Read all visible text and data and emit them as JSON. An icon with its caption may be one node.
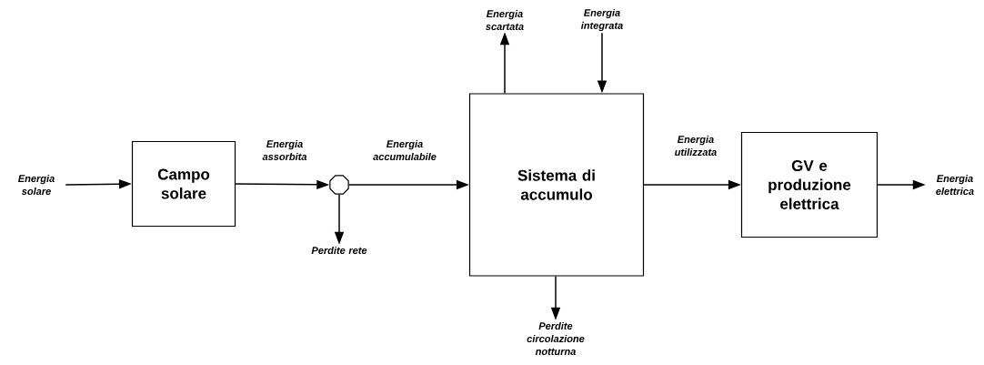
{
  "diagram": {
    "nodes": [
      {
        "text": [
          "Energia solare"
        ]
      },
      {
        "text": [
          "Campo solare"
        ]
      },
      {
        "text": [],
        "shape": "octagon"
      },
      {
        "text": [
          "Sistema di accumulo"
        ]
      },
      {
        "text": [
          "GV e produzione elettrica"
        ]
      },
      {
        "text": [
          "Energia elettrica"
        ]
      },
      {
        "text": [
          "Perdite rete"
        ]
      },
      {
        "text": [
          "Energia scartata"
        ]
      },
      {
        "text": [
          "Energia integrata"
        ]
      },
      {
        "text": [
          "Perdite circolazione notturna"
        ]
      }
    ],
    "edges": [
      {
        "from": 0,
        "to": 1,
        "arrow": "to"
      },
      {
        "from": 1,
        "to": 2,
        "arrow": "to",
        "label": "Energia assorbita"
      },
      {
        "from": 2,
        "to": 3,
        "arrow": "to",
        "label": "Energia accumulabile"
      },
      {
        "from": 2,
        "to": 6,
        "arrow": "to"
      },
      {
        "from": 3,
        "to": 7,
        "arrow": "to"
      },
      {
        "from": 8,
        "to": 3,
        "arrow": "to"
      },
      {
        "from": 3,
        "to": 9,
        "arrow": "to"
      },
      {
        "from": 3,
        "to": 4,
        "arrow": "to",
        "label": "Energia utilizzata"
      },
      {
        "from": 4,
        "to": 5,
        "arrow": "to"
      }
    ]
  }
}
